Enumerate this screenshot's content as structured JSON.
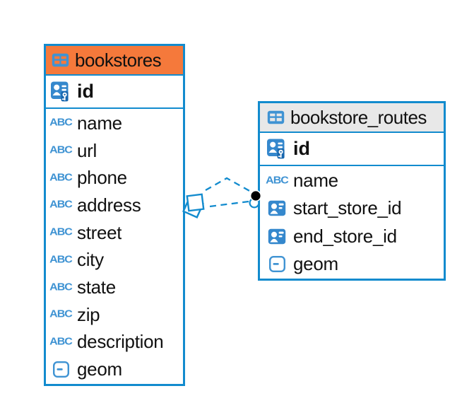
{
  "erd": {
    "tables": [
      {
        "name": "bookstores",
        "header_style": "highlighted-orange",
        "primary_key": "id",
        "columns": [
          {
            "name": "name",
            "type": "text"
          },
          {
            "name": "url",
            "type": "text"
          },
          {
            "name": "phone",
            "type": "text"
          },
          {
            "name": "address",
            "type": "text"
          },
          {
            "name": "street",
            "type": "text"
          },
          {
            "name": "city",
            "type": "text"
          },
          {
            "name": "state",
            "type": "text"
          },
          {
            "name": "zip",
            "type": "text"
          },
          {
            "name": "description",
            "type": "text"
          },
          {
            "name": "geom",
            "type": "geometry"
          }
        ]
      },
      {
        "name": "bookstore_routes",
        "header_style": "default-gray",
        "primary_key": "id",
        "columns": [
          {
            "name": "name",
            "type": "text"
          },
          {
            "name": "start_store_id",
            "type": "reference"
          },
          {
            "name": "end_store_id",
            "type": "reference"
          },
          {
            "name": "geom",
            "type": "geometry"
          }
        ]
      }
    ],
    "relationships": [
      {
        "from_table": "bookstores",
        "to_table": "bookstore_routes",
        "line_style": "dashed"
      },
      {
        "from_table": "bookstores",
        "to_table": "bookstore_routes",
        "line_style": "dashed"
      }
    ],
    "icons": {
      "text_type_glyph": "ABC"
    },
    "colors": {
      "accent": "#128bce",
      "icon_blue": "#3f93d3",
      "pk_fk_fill": "#3588cd",
      "key_badge": "#1766ae",
      "orange_header": "#f5793b",
      "gray_header": "#e8e8e8",
      "text": "#111111",
      "marker_dot": "#000000",
      "canvas_bg": "#ffffff"
    }
  }
}
